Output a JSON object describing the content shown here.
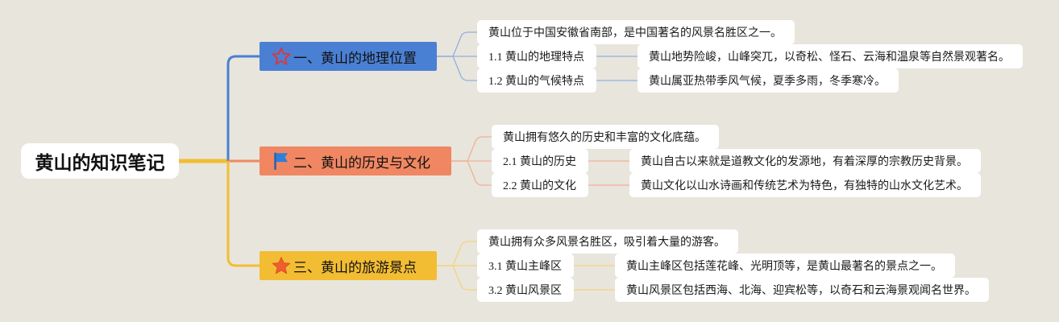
{
  "root": {
    "title": "黄山的知识笔记"
  },
  "colors": {
    "background": "#e8e5dc",
    "root_link": "#f3bd33"
  },
  "branches": [
    {
      "title": "一、黄山的地理位置",
      "icon": "outline-star-icon",
      "color": "#4a80d4",
      "summary": "黄山位于中国安徽省南部，是中国著名的风景名胜区之一。",
      "subs": [
        {
          "label": "1.1 黄山的地理特点",
          "detail": "黄山地势险峻，山峰突兀，以奇松、怪石、云海和温泉等自然景观著名。"
        },
        {
          "label": "1.2 黄山的气候特点",
          "detail": "黄山属亚热带季风气候，夏季多雨，冬季寒冷。"
        }
      ]
    },
    {
      "title": "二、黄山的历史与文化",
      "icon": "flag-icon",
      "color": "#f08762",
      "summary": "黄山拥有悠久的历史和丰富的文化底蕴。",
      "subs": [
        {
          "label": "2.1 黄山的历史",
          "detail": "黄山自古以来就是道教文化的发源地，有着深厚的宗教历史背景。"
        },
        {
          "label": "2.2 黄山的文化",
          "detail": "黄山文化以山水诗画和传统艺术为特色，有独特的山水文化艺术。"
        }
      ]
    },
    {
      "title": "三、黄山的旅游景点",
      "icon": "filled-star-icon",
      "color": "#f3bd33",
      "summary": "黄山拥有众多风景名胜区，吸引着大量的游客。",
      "subs": [
        {
          "label": "3.1 黄山主峰区",
          "detail": "黄山主峰区包括莲花峰、光明顶等，是黄山最著名的景点之一。"
        },
        {
          "label": "3.2 黄山风景区",
          "detail": "黄山风景区包括西海、北海、迎宾松等，以奇石和云海景观闻名世界。"
        }
      ]
    }
  ]
}
